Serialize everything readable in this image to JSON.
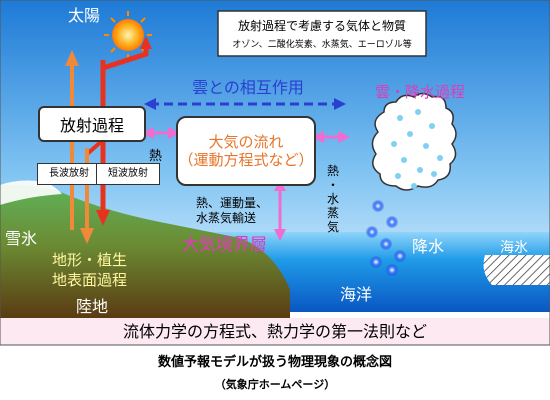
{
  "sun_label": "太陽",
  "legend": {
    "title": "放射過程で考慮する気体と物質",
    "subtitle": "オゾン、二酸化炭素、水蒸気、エーロゾル等"
  },
  "cloud_interaction": "雲との相互作用",
  "cloud_process": "雲・降水過程",
  "radiation_process": "放射過程",
  "atmospheric_flow_line1": "大気の流れ",
  "atmospheric_flow_line2": "（運動方程式など）",
  "heat_label": "熱",
  "heat_vapor_label": "熱・水蒸気",
  "longwave_label": "長波放射",
  "shortwave_label": "短波放射",
  "transport_line1": "熱、運動量、",
  "transport_line2": "水蒸気輸送",
  "boundary_layer": "大気境界層",
  "snow_ice": "雪氷",
  "terrain_line1": "地形・植生",
  "terrain_line2": "地表面過程",
  "land": "陸地",
  "precipitation": "降水",
  "sea_ice": "海氷",
  "ocean": "海洋",
  "base_equations": "流体力学の方程式、熱力学の第一法則など",
  "caption_title": "数値予報モデルが扱う物理現象の概念図",
  "caption_source": "（気象庁ホームページ）"
}
